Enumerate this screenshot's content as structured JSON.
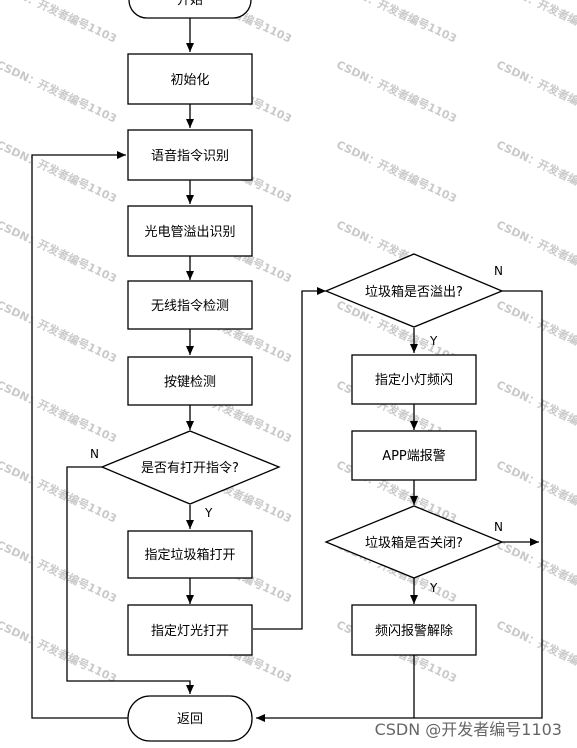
{
  "flowchart": {
    "nodes": {
      "start": "开始",
      "init": "初始化",
      "voice": "语音指令识别",
      "photo": "光电管溢出识别",
      "wireless": "无线指令检测",
      "key": "按键检测",
      "decision_open": "是否有打开指令?",
      "open_bin": "指定垃圾箱打开",
      "light_on": "指定灯光打开",
      "decision_overflow": "垃圾箱是否溢出?",
      "blink": "指定小灯频闪",
      "app_alarm": "APP端报警",
      "decision_closed": "垃圾箱是否关闭?",
      "clear_alarm": "频闪报警解除",
      "return": "返回"
    },
    "labels": {
      "y1": "Y",
      "n1": "N",
      "y2": "Y",
      "n2": "N",
      "y3": "Y",
      "n3": "N"
    }
  },
  "watermark": "CSDN：开发者编号1103",
  "credit": "CSDN @开发者编号1103"
}
